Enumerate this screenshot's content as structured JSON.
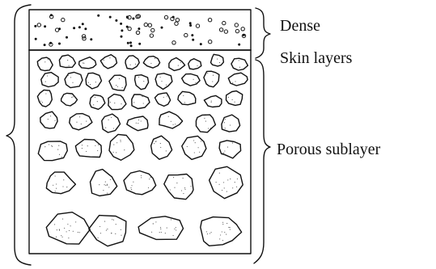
{
  "labels": {
    "dense": "Dense",
    "skin_layers": "Skin layers",
    "porous_sublayer": "Porous sublayer"
  },
  "colors": {
    "ink": "#111111",
    "background": "#ffffff"
  }
}
